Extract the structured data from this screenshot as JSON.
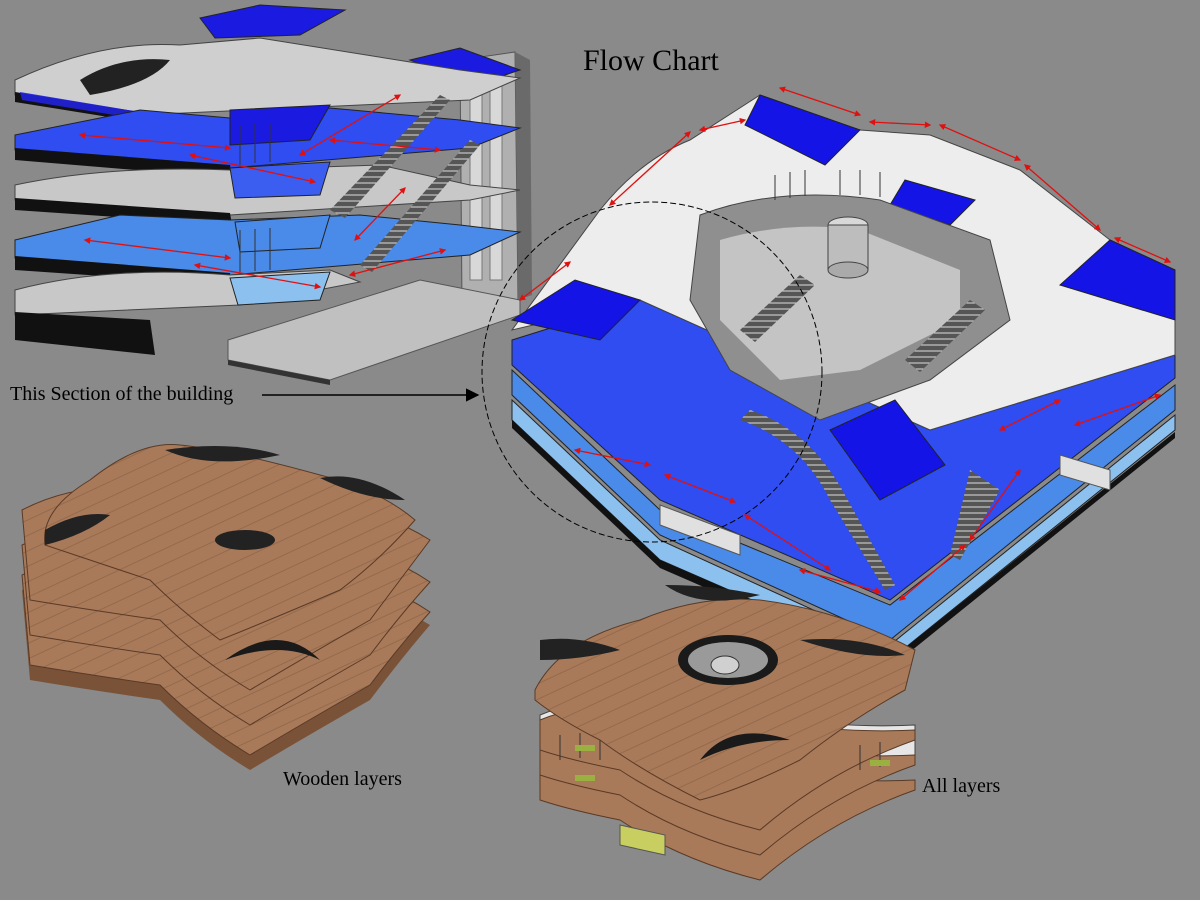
{
  "title": "Flow Chart",
  "labels": {
    "section": "This Section of the building",
    "wooden": "Wooden layers",
    "all": "All layers"
  },
  "colors": {
    "background": "#8a8a8a",
    "floor_dark_blue": "#1414e6",
    "floor_blue": "#3c5ef0",
    "floor_mid_blue": "#4a8ae8",
    "floor_light_blue": "#8cc0ee",
    "concrete_light": "#e6e6e6",
    "concrete_mid": "#b8b8b8",
    "wood": "#a87a5a",
    "wood_dark": "#7a5238",
    "flow_arrow": "#e01010",
    "greenery": "#9ab040"
  }
}
